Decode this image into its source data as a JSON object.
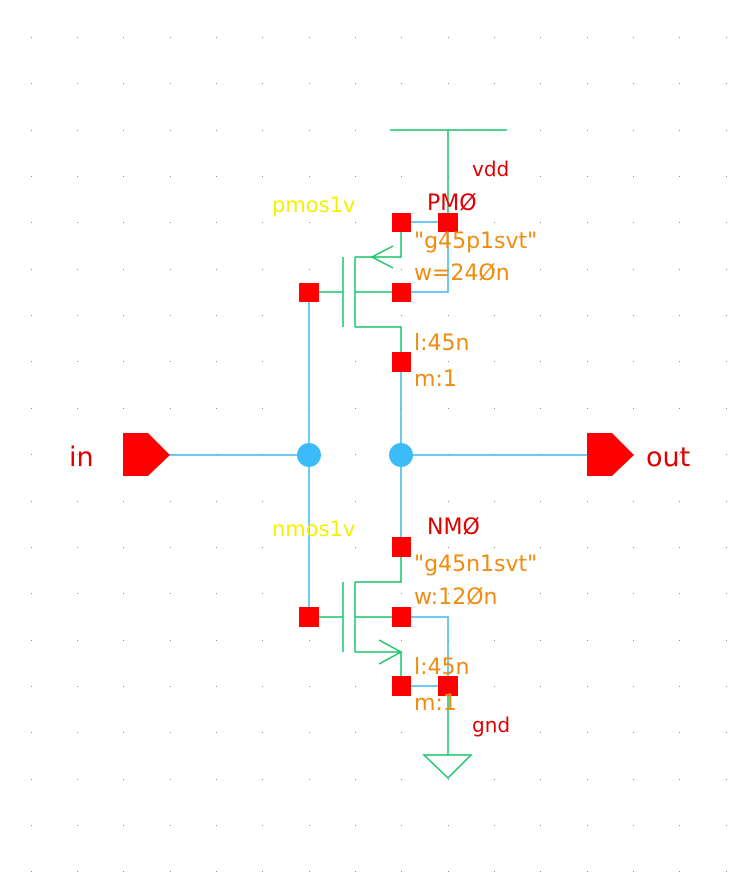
{
  "schematic": {
    "title": "CMOS inverter schematic",
    "colors": {
      "background": "#ffffff",
      "grid_dot": "#8a8a8a",
      "device_line": "#18c46a",
      "wire": "#3bb8f0",
      "pin": "#ff0000",
      "net_label": "#e00000",
      "cell_name": "#f2f200",
      "param_text": "#f08c10",
      "junction_dot": "#3bbcf8"
    },
    "pins": {
      "input": {
        "name": "in",
        "direction": "input"
      },
      "output": {
        "name": "out",
        "direction": "output"
      }
    },
    "nets": {
      "supply": "vdd",
      "ground": "gnd"
    },
    "devices": [
      {
        "instance": "PM0",
        "instance_display": "PMØ",
        "cell": "pmos1v",
        "model": "\"g45p1svt\"",
        "width": "w=24Øn",
        "length": "l:45n",
        "multiplier": "m:1"
      },
      {
        "instance": "NM0",
        "instance_display": "NMØ",
        "cell": "nmos1v",
        "model": "\"g45n1svt\"",
        "width": "w:12Øn",
        "length": "l:45n",
        "multiplier": "m:1"
      }
    ]
  }
}
